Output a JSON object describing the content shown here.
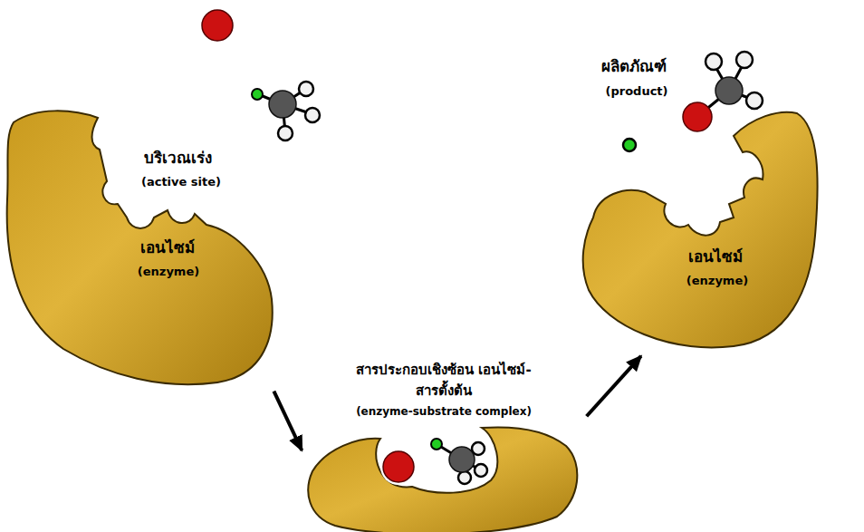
{
  "diagram": {
    "nodes": [
      {
        "text": [
          "เอนไซม์",
          "(enzyme)"
        ]
      },
      {
        "text": [
          "สารประกอบเชิงซ้อน เอนไซม์-สารตั้งต้น",
          "(enzyme-substrate complex)"
        ]
      },
      {
        "text": [
          "เอนไซม์",
          "(enzyme)"
        ]
      }
    ],
    "edges": [
      {
        "from": 0,
        "to": 1,
        "arrow": "to"
      },
      {
        "from": 1,
        "to": 2,
        "arrow": "to"
      }
    ],
    "labels": [
      "บริเวณเร่ง",
      "(active site)",
      "ผลิตภัณฑ์",
      "(product)"
    ]
  }
}
